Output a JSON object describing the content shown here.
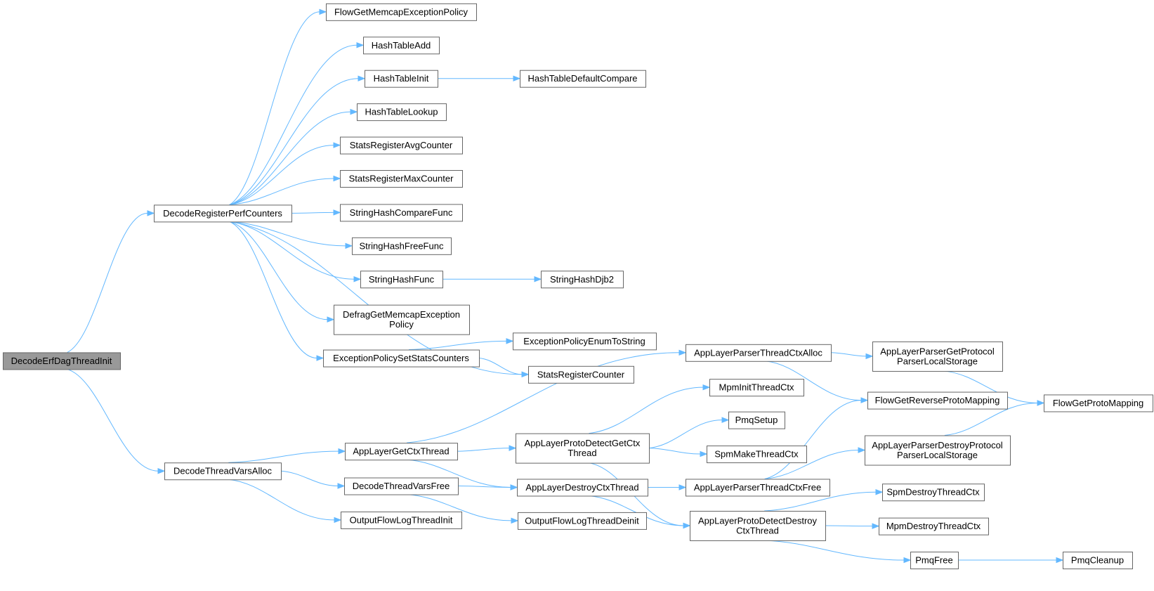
{
  "graph": {
    "colors": {
      "edge": "#63b8ff",
      "node_border": "#666666",
      "node_fill": "#ffffff",
      "root_fill": "#999999"
    },
    "nodes": [
      {
        "id": "root",
        "label": [
          "DecodeErfDagThreadInit"
        ],
        "root": true
      },
      {
        "id": "perf",
        "label": [
          "DecodeRegisterPerfCounters"
        ]
      },
      {
        "id": "tva",
        "label": [
          "DecodeThreadVarsAlloc"
        ]
      },
      {
        "id": "fgmep",
        "label": [
          "FlowGetMemcapExceptionPolicy"
        ]
      },
      {
        "id": "hta",
        "label": [
          "HashTableAdd"
        ]
      },
      {
        "id": "hti",
        "label": [
          "HashTableInit"
        ]
      },
      {
        "id": "htdc",
        "label": [
          "HashTableDefaultCompare"
        ]
      },
      {
        "id": "htl",
        "label": [
          "HashTableLookup"
        ]
      },
      {
        "id": "sravg",
        "label": [
          "StatsRegisterAvgCounter"
        ]
      },
      {
        "id": "srmax",
        "label": [
          "StatsRegisterMaxCounter"
        ]
      },
      {
        "id": "shcf",
        "label": [
          "StringHashCompareFunc"
        ]
      },
      {
        "id": "shff",
        "label": [
          "StringHashFreeFunc"
        ]
      },
      {
        "id": "shf",
        "label": [
          "StringHashFunc"
        ]
      },
      {
        "id": "shd",
        "label": [
          "StringHashDjb2"
        ]
      },
      {
        "id": "dgmep",
        "label": [
          "DefragGetMemcapException",
          "Policy"
        ]
      },
      {
        "id": "epssc",
        "label": [
          "ExceptionPolicySetStatsCounters"
        ]
      },
      {
        "id": "epets",
        "label": [
          "ExceptionPolicyEnumToString"
        ]
      },
      {
        "id": "src",
        "label": [
          "StatsRegisterCounter"
        ]
      },
      {
        "id": "algct",
        "label": [
          "AppLayerGetCtxThread"
        ]
      },
      {
        "id": "dtvf",
        "label": [
          "DecodeThreadVarsFree"
        ]
      },
      {
        "id": "oflti",
        "label": [
          "OutputFlowLogThreadInit"
        ]
      },
      {
        "id": "alpdgct",
        "label": [
          "AppLayerProtoDetectGetCtx",
          "Thread"
        ]
      },
      {
        "id": "aldct",
        "label": [
          "AppLayerDestroyCtxThread"
        ]
      },
      {
        "id": "ofltd",
        "label": [
          "OutputFlowLogThreadDeinit"
        ]
      },
      {
        "id": "alptca",
        "label": [
          "AppLayerParserThreadCtxAlloc"
        ]
      },
      {
        "id": "mitc",
        "label": [
          "MpmInitThreadCtx"
        ]
      },
      {
        "id": "pmqs",
        "label": [
          "PmqSetup"
        ]
      },
      {
        "id": "smtc",
        "label": [
          "SpmMakeThreadCtx"
        ]
      },
      {
        "id": "alptcf",
        "label": [
          "AppLayerParserThreadCtxFree"
        ]
      },
      {
        "id": "alpddct",
        "label": [
          "AppLayerProtoDetectDestroy",
          "CtxThread"
        ]
      },
      {
        "id": "alpgpls",
        "label": [
          "AppLayerParserGetProtocol",
          "ParserLocalStorage"
        ]
      },
      {
        "id": "fgrpm",
        "label": [
          "FlowGetReverseProtoMapping"
        ]
      },
      {
        "id": "alpdpls",
        "label": [
          "AppLayerParserDestroyProtocol",
          "ParserLocalStorage"
        ]
      },
      {
        "id": "sdtc",
        "label": [
          "SpmDestroyThreadCtx"
        ]
      },
      {
        "id": "mdtc",
        "label": [
          "MpmDestroyThreadCtx"
        ]
      },
      {
        "id": "pmqf",
        "label": [
          "PmqFree"
        ]
      },
      {
        "id": "fgpm",
        "label": [
          "FlowGetProtoMapping"
        ]
      },
      {
        "id": "pmqc",
        "label": [
          "PmqCleanup"
        ]
      }
    ],
    "edges": [
      [
        "root",
        "perf"
      ],
      [
        "root",
        "tva"
      ],
      [
        "perf",
        "fgmep"
      ],
      [
        "perf",
        "hta"
      ],
      [
        "perf",
        "hti"
      ],
      [
        "perf",
        "htl"
      ],
      [
        "perf",
        "sravg"
      ],
      [
        "perf",
        "srmax"
      ],
      [
        "perf",
        "shcf"
      ],
      [
        "perf",
        "shff"
      ],
      [
        "perf",
        "shf"
      ],
      [
        "perf",
        "dgmep"
      ],
      [
        "perf",
        "epssc"
      ],
      [
        "perf",
        "src"
      ],
      [
        "hti",
        "htdc"
      ],
      [
        "shf",
        "shd"
      ],
      [
        "epssc",
        "epets"
      ],
      [
        "epssc",
        "src"
      ],
      [
        "tva",
        "algct"
      ],
      [
        "tva",
        "dtvf"
      ],
      [
        "tva",
        "oflti"
      ],
      [
        "algct",
        "alptca"
      ],
      [
        "algct",
        "alpdgct"
      ],
      [
        "algct",
        "aldct"
      ],
      [
        "dtvf",
        "aldct"
      ],
      [
        "dtvf",
        "ofltd"
      ],
      [
        "alpdgct",
        "mitc"
      ],
      [
        "alpdgct",
        "pmqs"
      ],
      [
        "alpdgct",
        "smtc"
      ],
      [
        "alpdgct",
        "alpddct"
      ],
      [
        "aldct",
        "alptcf"
      ],
      [
        "aldct",
        "alpddct"
      ],
      [
        "alptca",
        "alpgpls"
      ],
      [
        "alptca",
        "fgrpm"
      ],
      [
        "alptcf",
        "fgrpm"
      ],
      [
        "alptcf",
        "alpdpls"
      ],
      [
        "alpddct",
        "sdtc"
      ],
      [
        "alpddct",
        "mdtc"
      ],
      [
        "alpddct",
        "pmqf"
      ],
      [
        "alpgpls",
        "fgpm"
      ],
      [
        "alpdpls",
        "fgpm"
      ],
      [
        "pmqf",
        "pmqc"
      ]
    ]
  }
}
